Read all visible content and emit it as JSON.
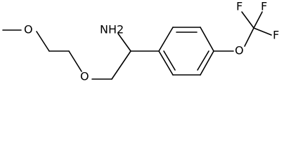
{
  "molecule": {
    "methoxy_oxygen": "O",
    "ether_oxygen": "O",
    "amine_label": "NH2",
    "aryl_oxygen": "O",
    "fluorine_1": "F",
    "fluorine_2": "F",
    "fluorine_3": "F"
  },
  "colors": {
    "bond": "#000000",
    "label": "#000000",
    "background": "#ffffff"
  }
}
